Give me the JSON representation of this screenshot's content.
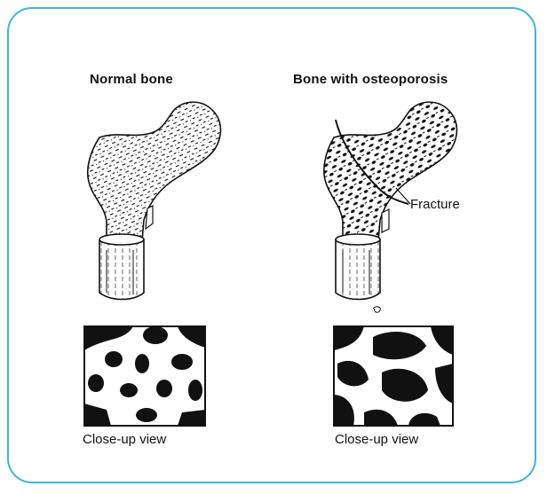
{
  "panels": {
    "left": {
      "title": "Normal bone",
      "caption": "Close-up view"
    },
    "right": {
      "title": "Bone with osteoporosis",
      "caption": "Close-up view",
      "annotation": "Fracture"
    }
  },
  "colors": {
    "frame": "#3fb5d3",
    "ink": "#111111"
  }
}
